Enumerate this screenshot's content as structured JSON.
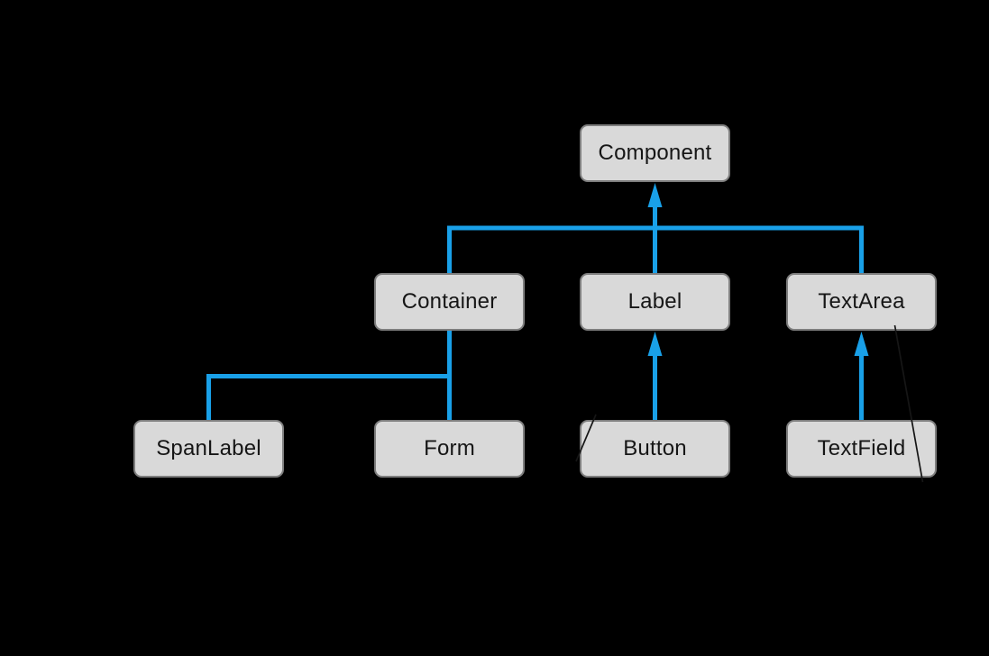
{
  "window": {
    "background_color": "#000000"
  },
  "diagram": {
    "kind": "class-hierarchy",
    "accent_color": "#19A0E8",
    "node_fill_color": "#D9D9D9",
    "node_border_color": "#7E7E7E",
    "node_text_color": "#161616",
    "leader_line_color": "#161616",
    "nodes": [
      {
        "id": "component",
        "label": "Component"
      },
      {
        "id": "container",
        "label": "Container"
      },
      {
        "id": "label",
        "label": "Label"
      },
      {
        "id": "textarea",
        "label": "TextArea"
      },
      {
        "id": "spanlabel",
        "label": "SpanLabel"
      },
      {
        "id": "form",
        "label": "Form"
      },
      {
        "id": "button",
        "label": "Button"
      },
      {
        "id": "textfield",
        "label": "TextField"
      }
    ],
    "edges": [
      {
        "from": "Container",
        "to": "Component",
        "arrowhead_at": "Component"
      },
      {
        "from": "Label",
        "to": "Component",
        "arrowhead_at": "Component"
      },
      {
        "from": "TextArea",
        "to": "Component",
        "arrowhead_at": "Component"
      },
      {
        "from": "SpanLabel",
        "to": "Container",
        "arrowhead_at": null
      },
      {
        "from": "Form",
        "to": "Container",
        "arrowhead_at": null
      },
      {
        "from": "Button",
        "to": "Label",
        "arrowhead_at": "Label"
      },
      {
        "from": "TextField",
        "to": "TextArea",
        "arrowhead_at": "TextArea"
      }
    ]
  }
}
